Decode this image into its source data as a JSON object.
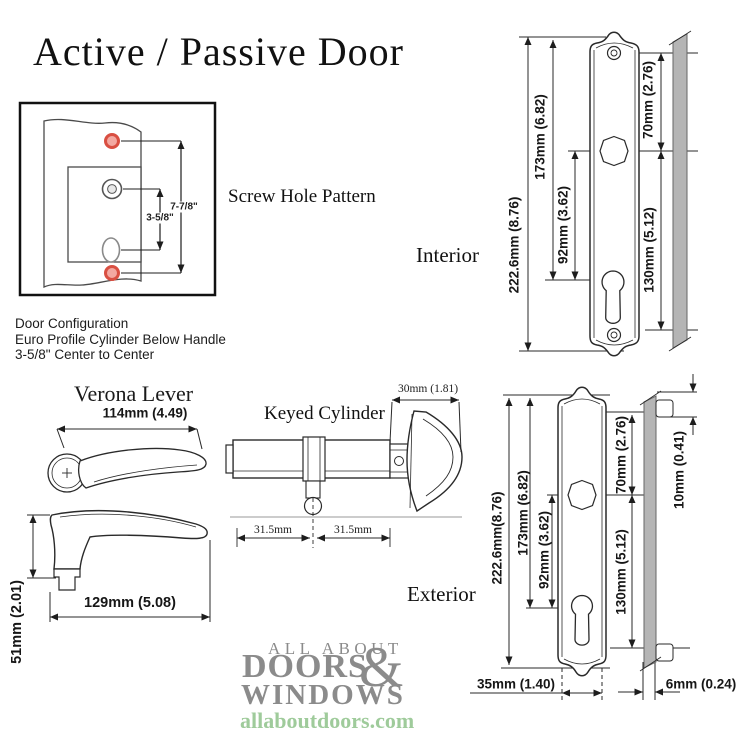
{
  "title": "Active / Passive Door",
  "screw_pattern": {
    "label": "Screw Hole Pattern",
    "dim_outer": "7-7/8\"",
    "dim_inner": "3-5/8\""
  },
  "door_config": {
    "line1": "Door Configuration",
    "line2": "Euro Profile Cylinder Below Handle",
    "line3": "3-5/8\" Center to Center"
  },
  "interior": {
    "label": "Interior",
    "dim_overall": "222.6mm (8.76)",
    "dim_top_to_cyl": "173mm (6.82)",
    "dim_spindle_to_cyl": "92mm (3.62)",
    "dim_screw_to_spindle": "70mm (2.76)",
    "dim_spindle_to_screw": "130mm (5.12)"
  },
  "exterior": {
    "label": "Exterior",
    "dim_overall": "222.6mm(8.76)",
    "dim_top_to_cyl": "173mm (6.82)",
    "dim_spindle_to_cyl": "92mm (3.62)",
    "dim_boss_to_spindle": "70mm (2.76)",
    "dim_spindle_to_boss": "130mm (5.12)",
    "dim_boss_depth": "10mm (0.41)",
    "dim_width": "35mm (1.40)",
    "dim_thickness": "6mm (0.24)"
  },
  "lever": {
    "label": "Verona Lever",
    "dim_width": "114mm (4.49)",
    "dim_length": "129mm (5.08)",
    "dim_height": "51mm (2.01)"
  },
  "cylinder": {
    "label": "Keyed Cylinder",
    "dim_thumbturn": "30mm (1.81)",
    "dim_left": "31.5mm",
    "dim_right": "31.5mm"
  },
  "logo": {
    "line1": "ALL ABOUT",
    "word": "DOORS",
    "amp": "&",
    "line2": "WINDOWS",
    "url": "allaboutdoors.com"
  },
  "colors": {
    "screw_red": "#d94f42",
    "screw_red_fill": "#f3a9a2",
    "logo_gray": "#8b8b8b",
    "logo_green": "#9fcb9b"
  }
}
